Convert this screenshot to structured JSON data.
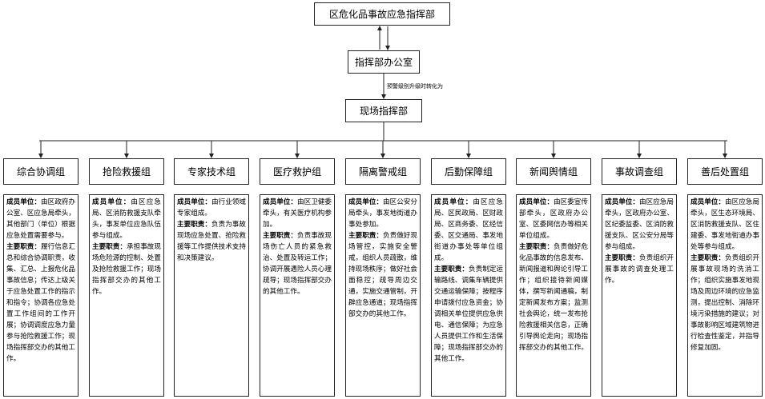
{
  "top": "区危化品事故应急指挥部",
  "office": "指挥部办公室",
  "edge_label": "预警级别升级时转化为",
  "field": "现场指挥部",
  "groups": [
    {
      "name": "综合协调组",
      "lead_label": "成员单位：",
      "lead": "由区政府办公室、区应急局牵头，其他部门（单位）根据应急处置需要参与。",
      "duty_label": "主要职责：",
      "duty": "履行信息汇总和综合协调职责，收集、汇总、上报危化品事故信息；传达上级关于应急处置工作的指示和指令；协调各应急处置工作组间的工作开展；协调调度应急力量参与抢险救援工作；现场指挥部交办的其他工作。"
    },
    {
      "name": "抢险救援组",
      "lead_label": "成员单位：",
      "lead": "由区应急局、区消防救援支队牵头，事发单位应急队伍参与组成。",
      "duty_label": "主要职责：",
      "duty": "承担事故现场危险源的控制、处置及抢险救援工作；现场指挥部交办的其他工作。"
    },
    {
      "name": "专家技术组",
      "lead_label": "成员单位：",
      "lead": "由行业领域专家组成。",
      "duty_label": "主要职责：",
      "duty": "负责为事故现场应急处置、抢险救援等工作提供技术支持和决策建议。"
    },
    {
      "name": "医疗救护组",
      "lead_label": "成员单位：",
      "lead": "由区卫健委牵头，有关医疗机构参加。",
      "duty_label": "主要职责：",
      "duty": "负责事故现场伤亡人员的紧急救治、处置及转运工作；协调开展遇险人员心理疏导；现场指挥部交办的其他工作。"
    },
    {
      "name": "隔离警戒组",
      "lead_label": "成员单位：",
      "lead": "由区公安分局牵头，事发地街道办事处参加。",
      "duty_label": "主要职责：",
      "duty": "负责做好现场管控，实施安全警戒，组织人员疏散，维持现场秩序；做好社会面稳控；疏导周边交通，实施交通管制，开辟应急通道；现场指挥部交办的其他工作。"
    },
    {
      "name": "后勤保障组",
      "lead_label": "成员单位：",
      "lead": "由区应急局、区民政局、区财政局、区商务委、区经信委、区交通局、事发地街道办事处等单位组成。",
      "duty_label": "主要职责：",
      "duty": "负责制定运输路线、调集车辆提供交通运输保障；按程序申请拨付应急资金；协调相关单位提供应急供电、通信保障；为应急人员提供工作和生活保障；现场指挥部交办的其他工作。"
    },
    {
      "name": "新闻舆情组",
      "lead_label": "成员单位：",
      "lead": "由区委宣传部牵头，区政府办公室、区委网信办等相关单位组成。",
      "duty_label": "主要职责：",
      "duty": "负责做好危化品事故的信息发布、新闻报道和舆论引导工作；组织接待新闻媒体，撰写新闻通稿，制定新闻发布方案；监测社会舆论，统一发布抢险救援相关信息，正确引导舆论走向；现场指挥部交办的其他工作。"
    },
    {
      "name": "事故调查组",
      "lead_label": "成员单位：",
      "lead": "由区应急局牵头，区政府办公室、区纪委监委、区消防救援支队、区公安分局等参与组成。",
      "duty_label": "主要职责：",
      "duty": "负责组织开展事故的调查处理工作。"
    },
    {
      "name": "善后处置组",
      "lead_label": "成员单位：",
      "lead": "由区应急局牵头，区生态环境局、区消防救援支队、区住建委、事发地街道办事处等参与组成。",
      "duty_label": "主要职责：",
      "duty": "负责组织开展事故现场的洗消工作；组织实施事发地现场及周边环境的应急监测，提出控制、消除环境污染措施的建议；对事故影响区域建筑物进行检查性鉴定，并指导修复加固。"
    }
  ]
}
